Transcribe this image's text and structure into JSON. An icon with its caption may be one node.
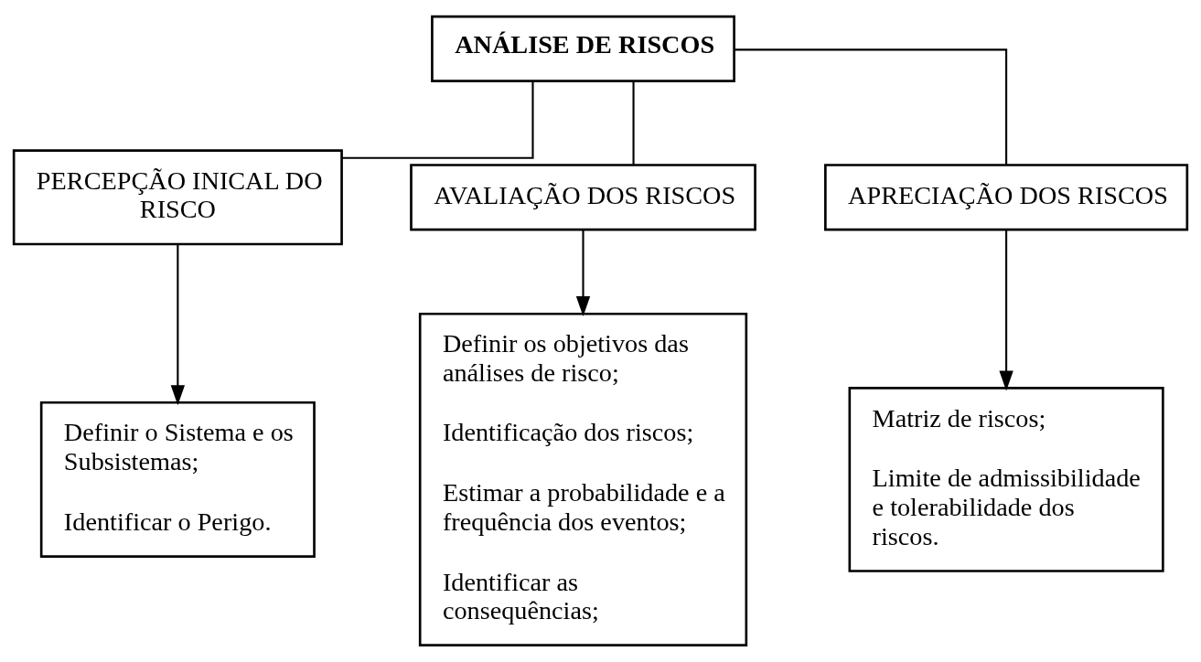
{
  "diagram": {
    "nodes": [
      {
        "text": [
          "ANÁLISE DE RISCOS"
        ]
      },
      {
        "text": [
          "PERCEPÇÃO INICAL DO RISCO"
        ]
      },
      {
        "text": [
          "AVALIAÇÃO DOS RISCOS"
        ]
      },
      {
        "text": [
          "APRECIAÇÃO DOS RISCOS"
        ]
      },
      {
        "text": [
          "Definir o Sistema e os Subsistemas;",
          "Identificar o Perigo."
        ]
      },
      {
        "text": [
          "Definir os objetivos das análises de risco;",
          "Identificação dos riscos;",
          "Estimar a probabilidade e a frequência dos eventos;",
          "Identificar as consequências;"
        ]
      },
      {
        "text": [
          "Matriz de riscos;",
          "Limite de admissibilidade e tolerabilidade dos riscos."
        ]
      }
    ],
    "edges": [
      {
        "from": 0,
        "to": 1,
        "arrow": "none"
      },
      {
        "from": 0,
        "to": 2,
        "arrow": "none"
      },
      {
        "from": 0,
        "to": 3,
        "arrow": "none"
      },
      {
        "from": 1,
        "to": 4,
        "arrow": "to"
      },
      {
        "from": 2,
        "to": 5,
        "arrow": "to"
      },
      {
        "from": 3,
        "to": 6,
        "arrow": "to"
      }
    ]
  }
}
